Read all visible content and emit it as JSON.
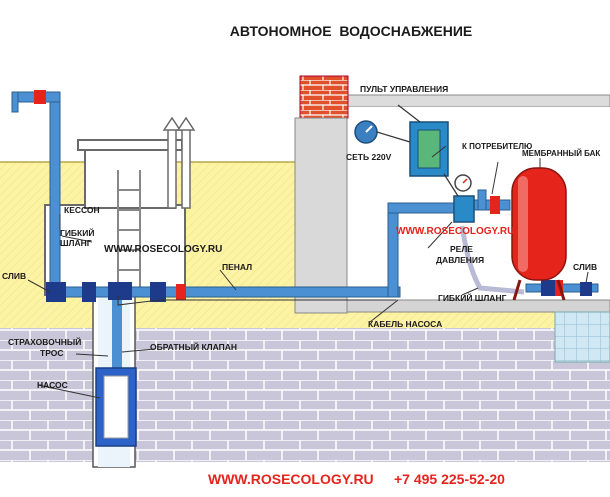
{
  "title": "АВТОНОМНОЕ  ВОДОСНАБЖЕНИЕ",
  "labels": {
    "caisson": "КЕССОН",
    "flex_hose_left_1": "ГИБКИЙ",
    "flex_hose_left_2": "ШЛАНГ",
    "drain_left": "СЛИВ",
    "safety_cable_1": "СТРАХОВОЧНЫЙ",
    "safety_cable_2": "ТРОС",
    "check_valve": "ОБРАТНЫЙ КЛАПАН",
    "pump": "НАСОС",
    "sleeve": "ПЕНАЛ",
    "pump_cable": "КАБЕЛЬ НАСОСА",
    "control_panel": "ПУЛЬТ УПРАВЛЕНИЯ",
    "mains": "СЕТЬ 220V",
    "to_consumer": "К ПОТРЕБИТЕЛЮ",
    "membrane_tank": "МЕМБРАННЫЙ БАК",
    "pressure_relay_1": "РЕЛЕ",
    "pressure_relay_2": "ДАВЛЕНИЯ",
    "flex_hose_right": "ГИБКИЙ ШЛАНГ",
    "drain_right": "СЛИВ"
  },
  "watermarks": {
    "left": "WWW.ROSECOLOGY.RU",
    "right": "WWW.ROSECOLOGY.RU"
  },
  "footer": {
    "site": "WWW.ROSECOLOGY.RU",
    "phone": "+7 495 225-52-20"
  },
  "colors": {
    "soil": "#fdf3a4",
    "brick": "#c8c6d8",
    "pipe": "#4a90d2",
    "tank": "#e5241c",
    "wall": "#d9d9d9",
    "text": "#1a1a1a",
    "accent_red": "#e5241c"
  }
}
